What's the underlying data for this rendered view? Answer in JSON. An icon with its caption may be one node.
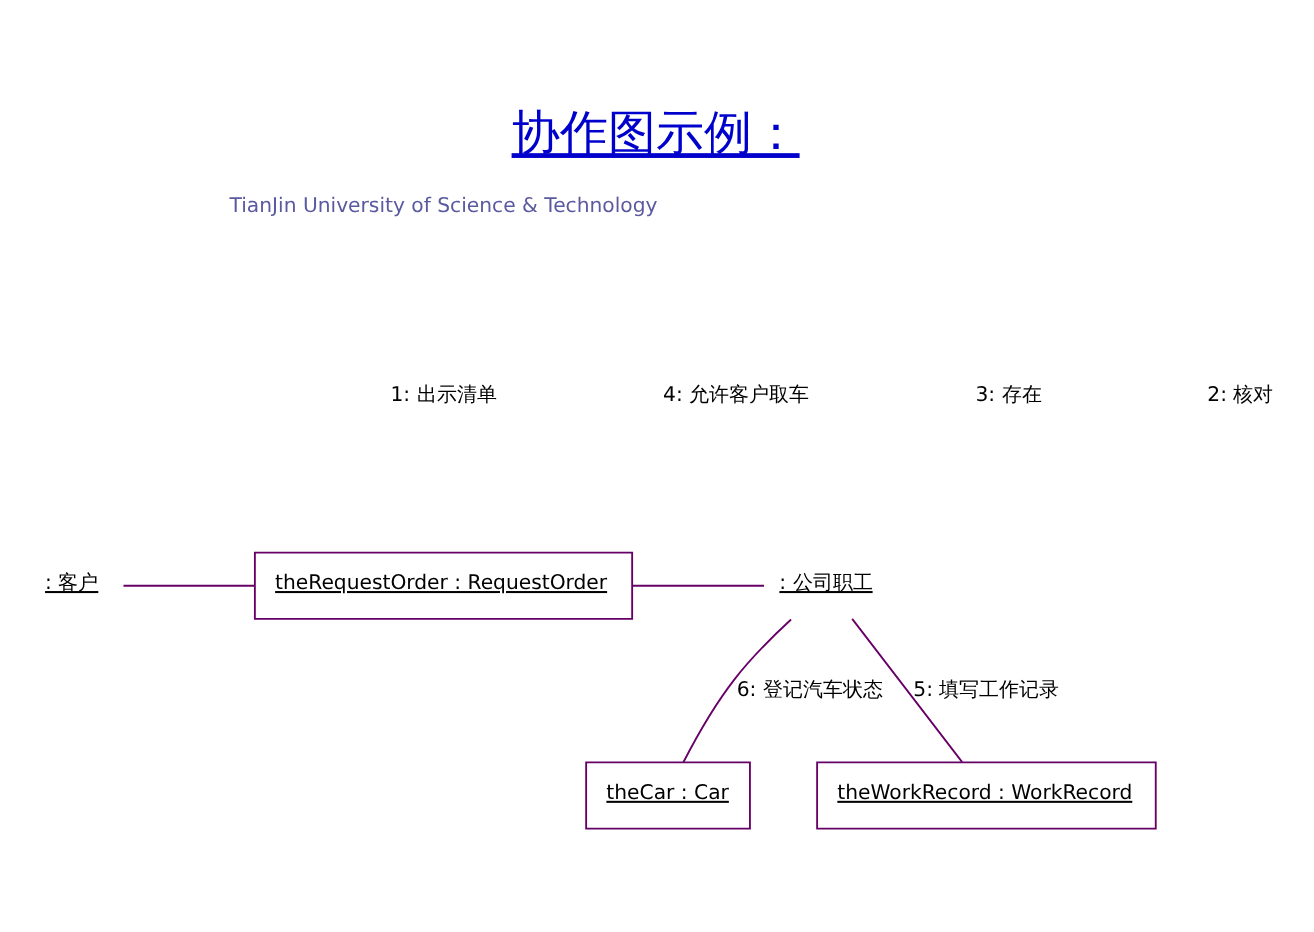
{
  "diagram": {
    "title": "协作图示例：",
    "nodes": [
      {
        "text": [
          ": 客户"
        ]
      },
      {
        "text": [
          "theRequestOrder : RequestOrder"
        ]
      },
      {
        "text": [
          ": 公司职工"
        ]
      },
      {
        "text": [
          "theCar : Car"
        ]
      },
      {
        "text": [
          "theWorkRecord : WorkRecord"
        ]
      }
    ],
    "edges": [
      {
        "from": 0,
        "to": 1,
        "arrow": "none"
      },
      {
        "from": 1,
        "to": 2,
        "arrow": "none"
      },
      {
        "from": 2,
        "to": 3,
        "arrow": "none",
        "label": "6: 登记汽车状态"
      },
      {
        "from": 2,
        "to": 4,
        "arrow": "none",
        "label": "5: 填写工作记录"
      }
    ],
    "labels": [
      "TianJin University of Science & Technology",
      "1: 出示清单",
      "4: 允许客户取车",
      "3: 存在",
      "2: 核对"
    ]
  }
}
